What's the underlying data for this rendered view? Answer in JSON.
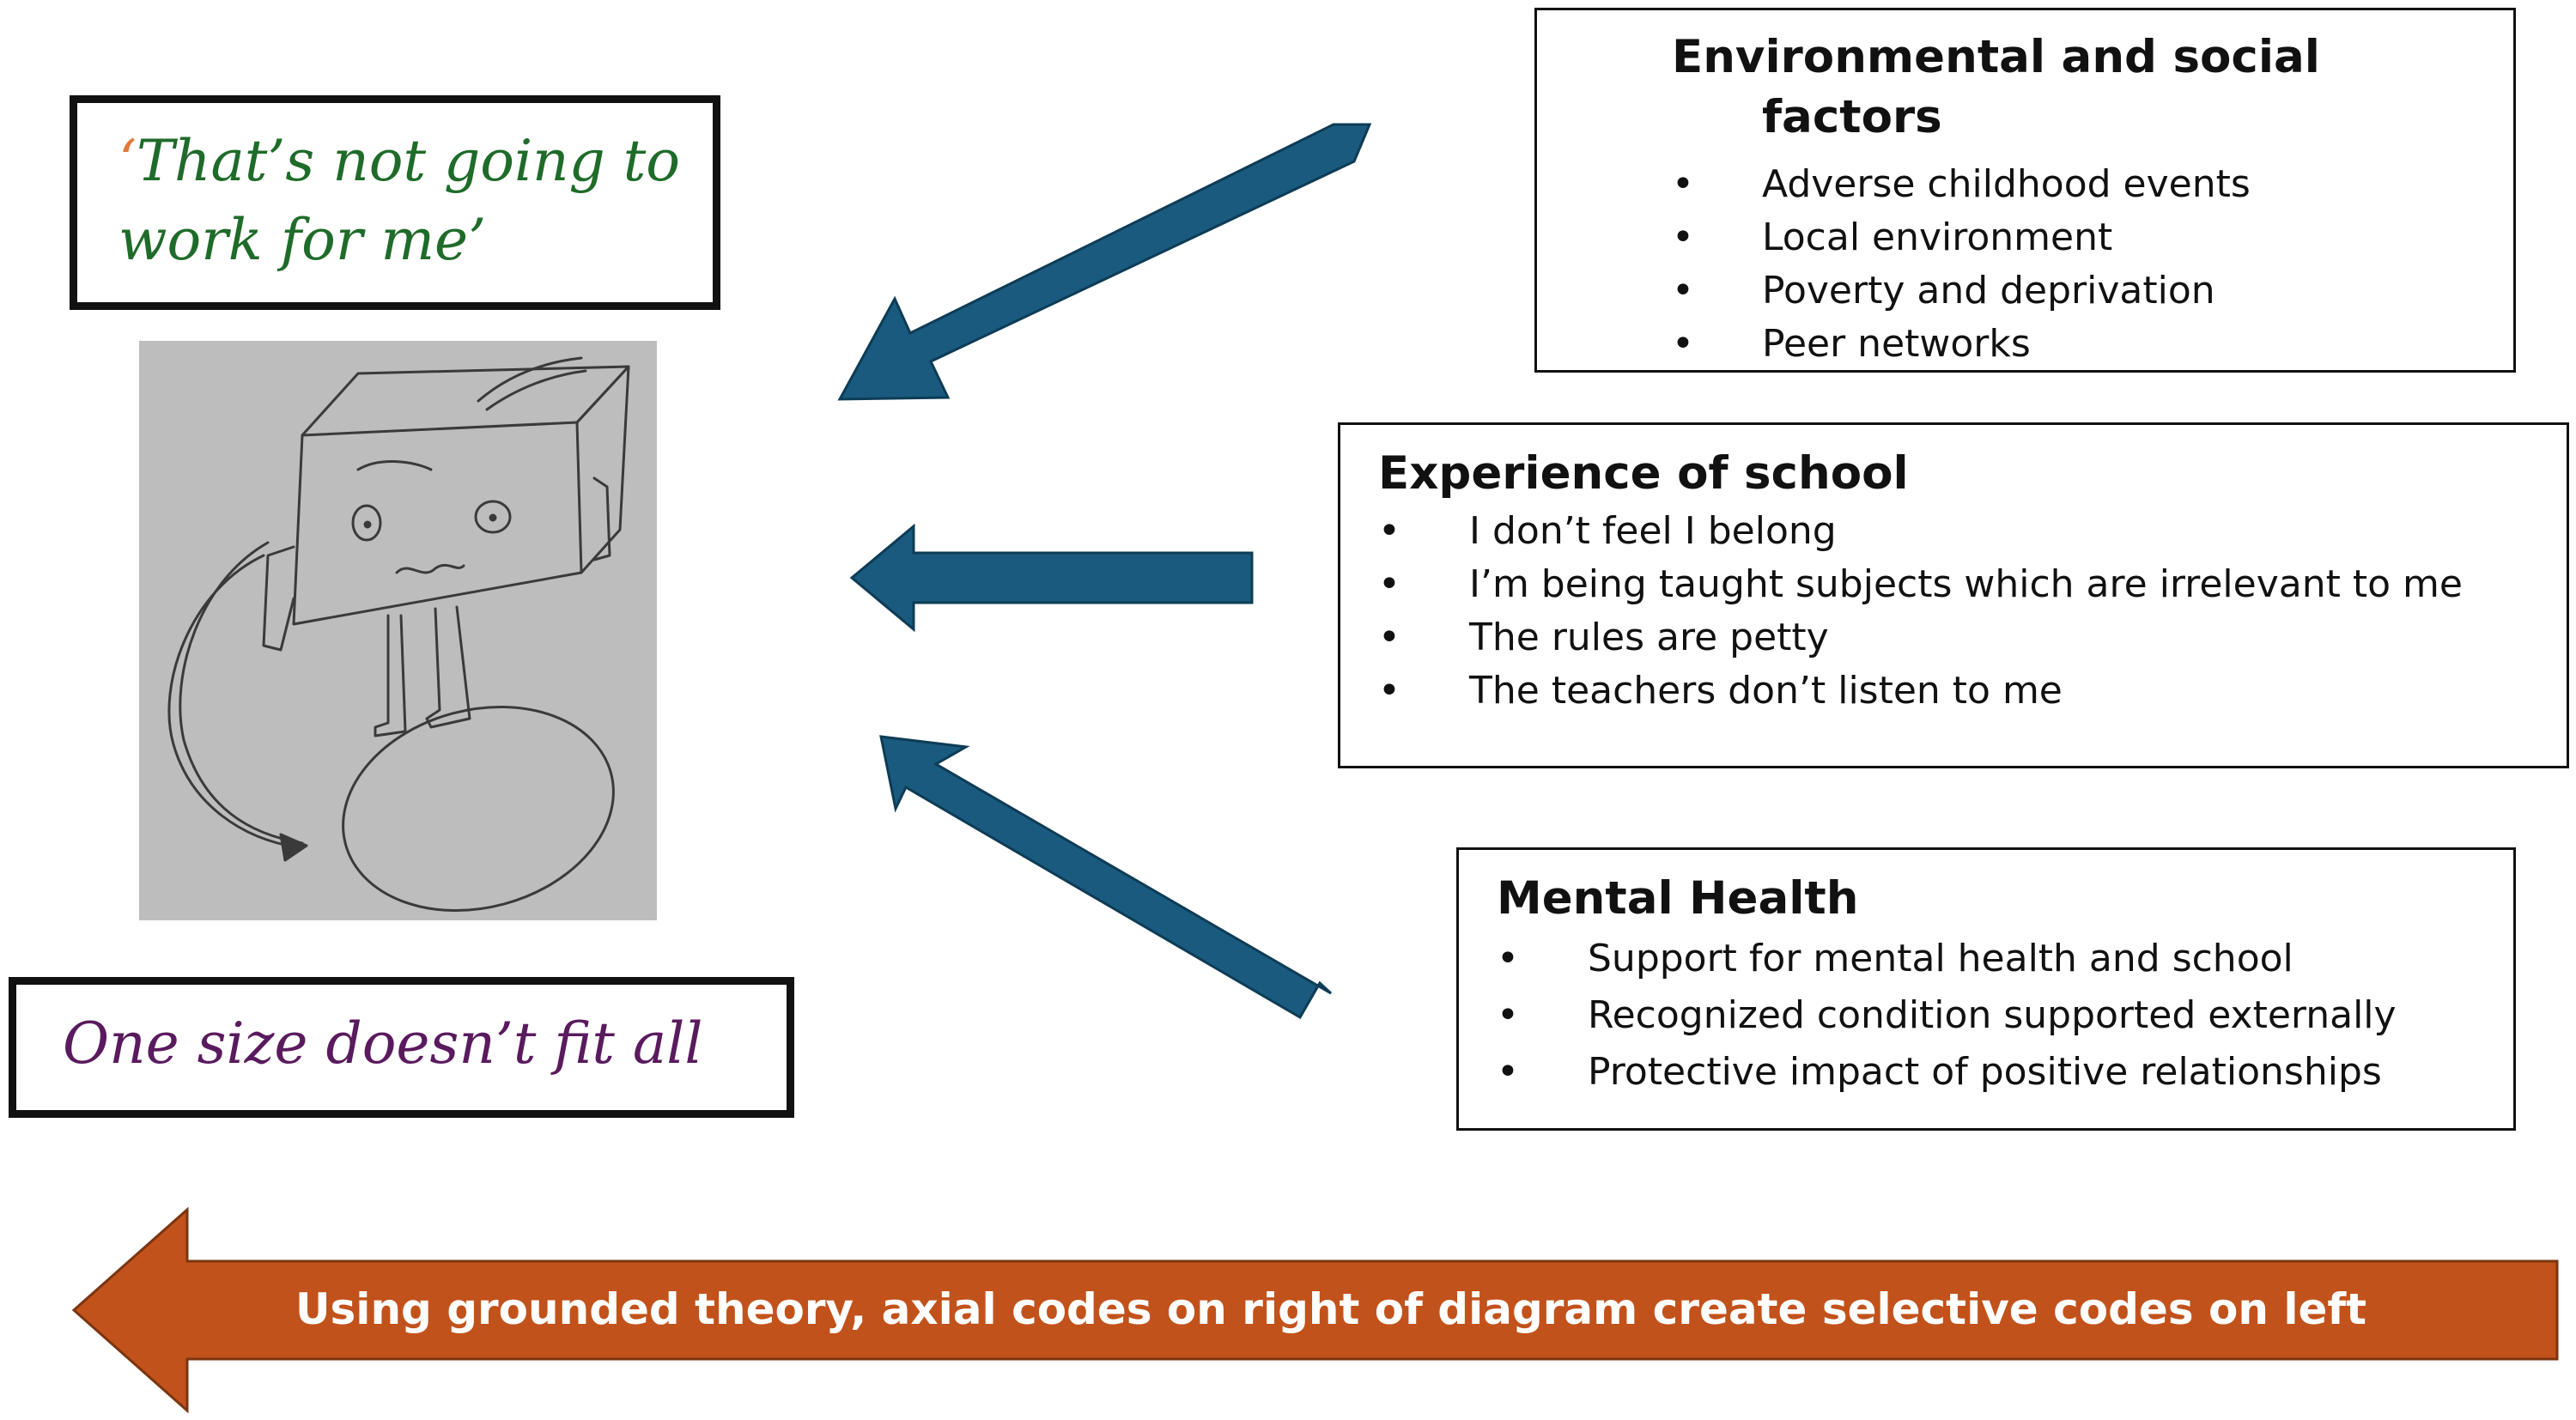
{
  "quote": {
    "open_mark": "‘",
    "text": "That’s not going to work for me’"
  },
  "drawing": {
    "description_icon": "cuboid-figure-sketch-icon"
  },
  "motto": "One size doesn’t fit all",
  "environmental": {
    "title_line1": "Environmental and social",
    "title_line2": "factors",
    "items": [
      "Adverse childhood events",
      "Local environment",
      "Poverty and deprivation",
      "Peer networks"
    ]
  },
  "experience": {
    "title": "Experience of school",
    "items": [
      "I don’t feel I belong",
      "I’m being taught subjects which are irrelevant to me",
      "The rules are petty",
      "The teachers don’t listen to me"
    ]
  },
  "mental_health": {
    "title": "Mental Health",
    "items": [
      "Support for mental health and school",
      "Recognized condition supported externally",
      "Protective impact of positive relationships"
    ]
  },
  "banner": {
    "text": "Using grounded theory, axial codes on right of diagram create selective codes on left"
  },
  "colors": {
    "arrow_blue": "#1a5a7e",
    "banner_orange": "#c2521b",
    "quote_green": "#1f6b2a",
    "quote_mark_orange": "#e07a3a",
    "motto_purple": "#5a1a5e"
  }
}
